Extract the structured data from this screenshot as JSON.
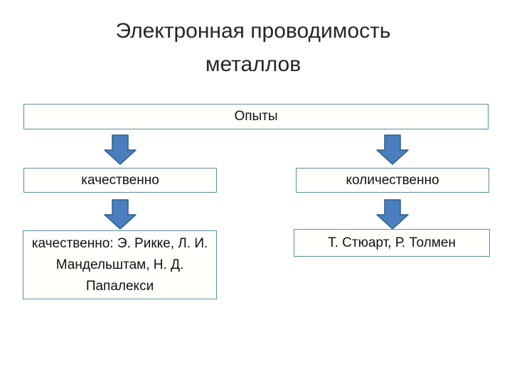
{
  "slide": {
    "title": {
      "line1": "Электронная проводимость",
      "line2": "металлов"
    },
    "flowchart": {
      "root_label": "Опыты",
      "branches": [
        {
          "label": "качественно",
          "result": "качественно: Э. Рикке, Л. И. Мандельштам, Н. Д. Папалекси"
        },
        {
          "label": "количественно",
          "result": "Т. Стюарт, Р. Толмен"
        }
      ]
    },
    "colors": {
      "arrow_fill": "#4a7ebc",
      "arrow_border": "#2e5a8a",
      "box_border": "#5e8ca7",
      "title_text": "#262626",
      "body_text": "#111111"
    }
  }
}
